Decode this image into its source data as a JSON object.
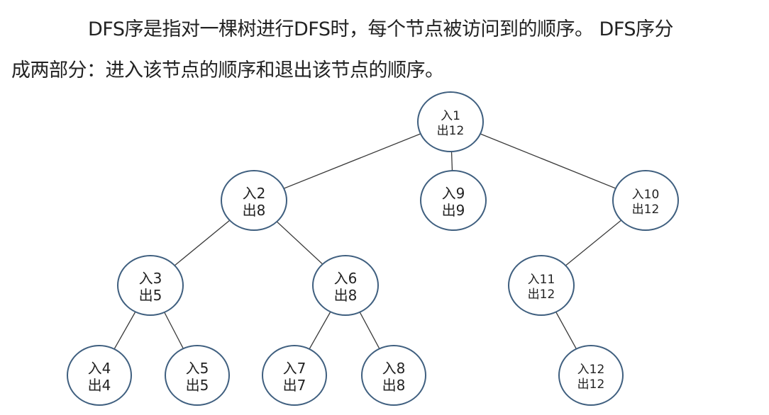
{
  "description": {
    "line1": "DFS序是指对一棵树进行DFS时，每个节点被访问到的顺序。 DFS序分",
    "line2": "成两部分：进入该节点的顺序和退出该节点的顺序。"
  },
  "tree": {
    "nodes": [
      {
        "id": "n1",
        "enter": "入1",
        "exit": "出12"
      },
      {
        "id": "n2",
        "enter": "入2",
        "exit": "出8"
      },
      {
        "id": "n9",
        "enter": "入9",
        "exit": "出9"
      },
      {
        "id": "n10",
        "enter": "入10",
        "exit": "出12"
      },
      {
        "id": "n3",
        "enter": "入3",
        "exit": "出5"
      },
      {
        "id": "n6",
        "enter": "入6",
        "exit": "出8"
      },
      {
        "id": "n11",
        "enter": "入11",
        "exit": "出12"
      },
      {
        "id": "n4",
        "enter": "入4",
        "exit": "出4"
      },
      {
        "id": "n5",
        "enter": "入5",
        "exit": "出5"
      },
      {
        "id": "n7",
        "enter": "入7",
        "exit": "出7"
      },
      {
        "id": "n8",
        "enter": "入8",
        "exit": "出8"
      },
      {
        "id": "n12",
        "enter": "入12",
        "exit": "出12"
      }
    ],
    "edges": [
      [
        "n1",
        "n2"
      ],
      [
        "n1",
        "n9"
      ],
      [
        "n1",
        "n10"
      ],
      [
        "n2",
        "n3"
      ],
      [
        "n2",
        "n6"
      ],
      [
        "n3",
        "n4"
      ],
      [
        "n3",
        "n5"
      ],
      [
        "n6",
        "n7"
      ],
      [
        "n6",
        "n8"
      ],
      [
        "n10",
        "n11"
      ],
      [
        "n11",
        "n12"
      ]
    ],
    "node_border_color": "#3f5f7f",
    "edge_color": "#3a3a3a"
  }
}
